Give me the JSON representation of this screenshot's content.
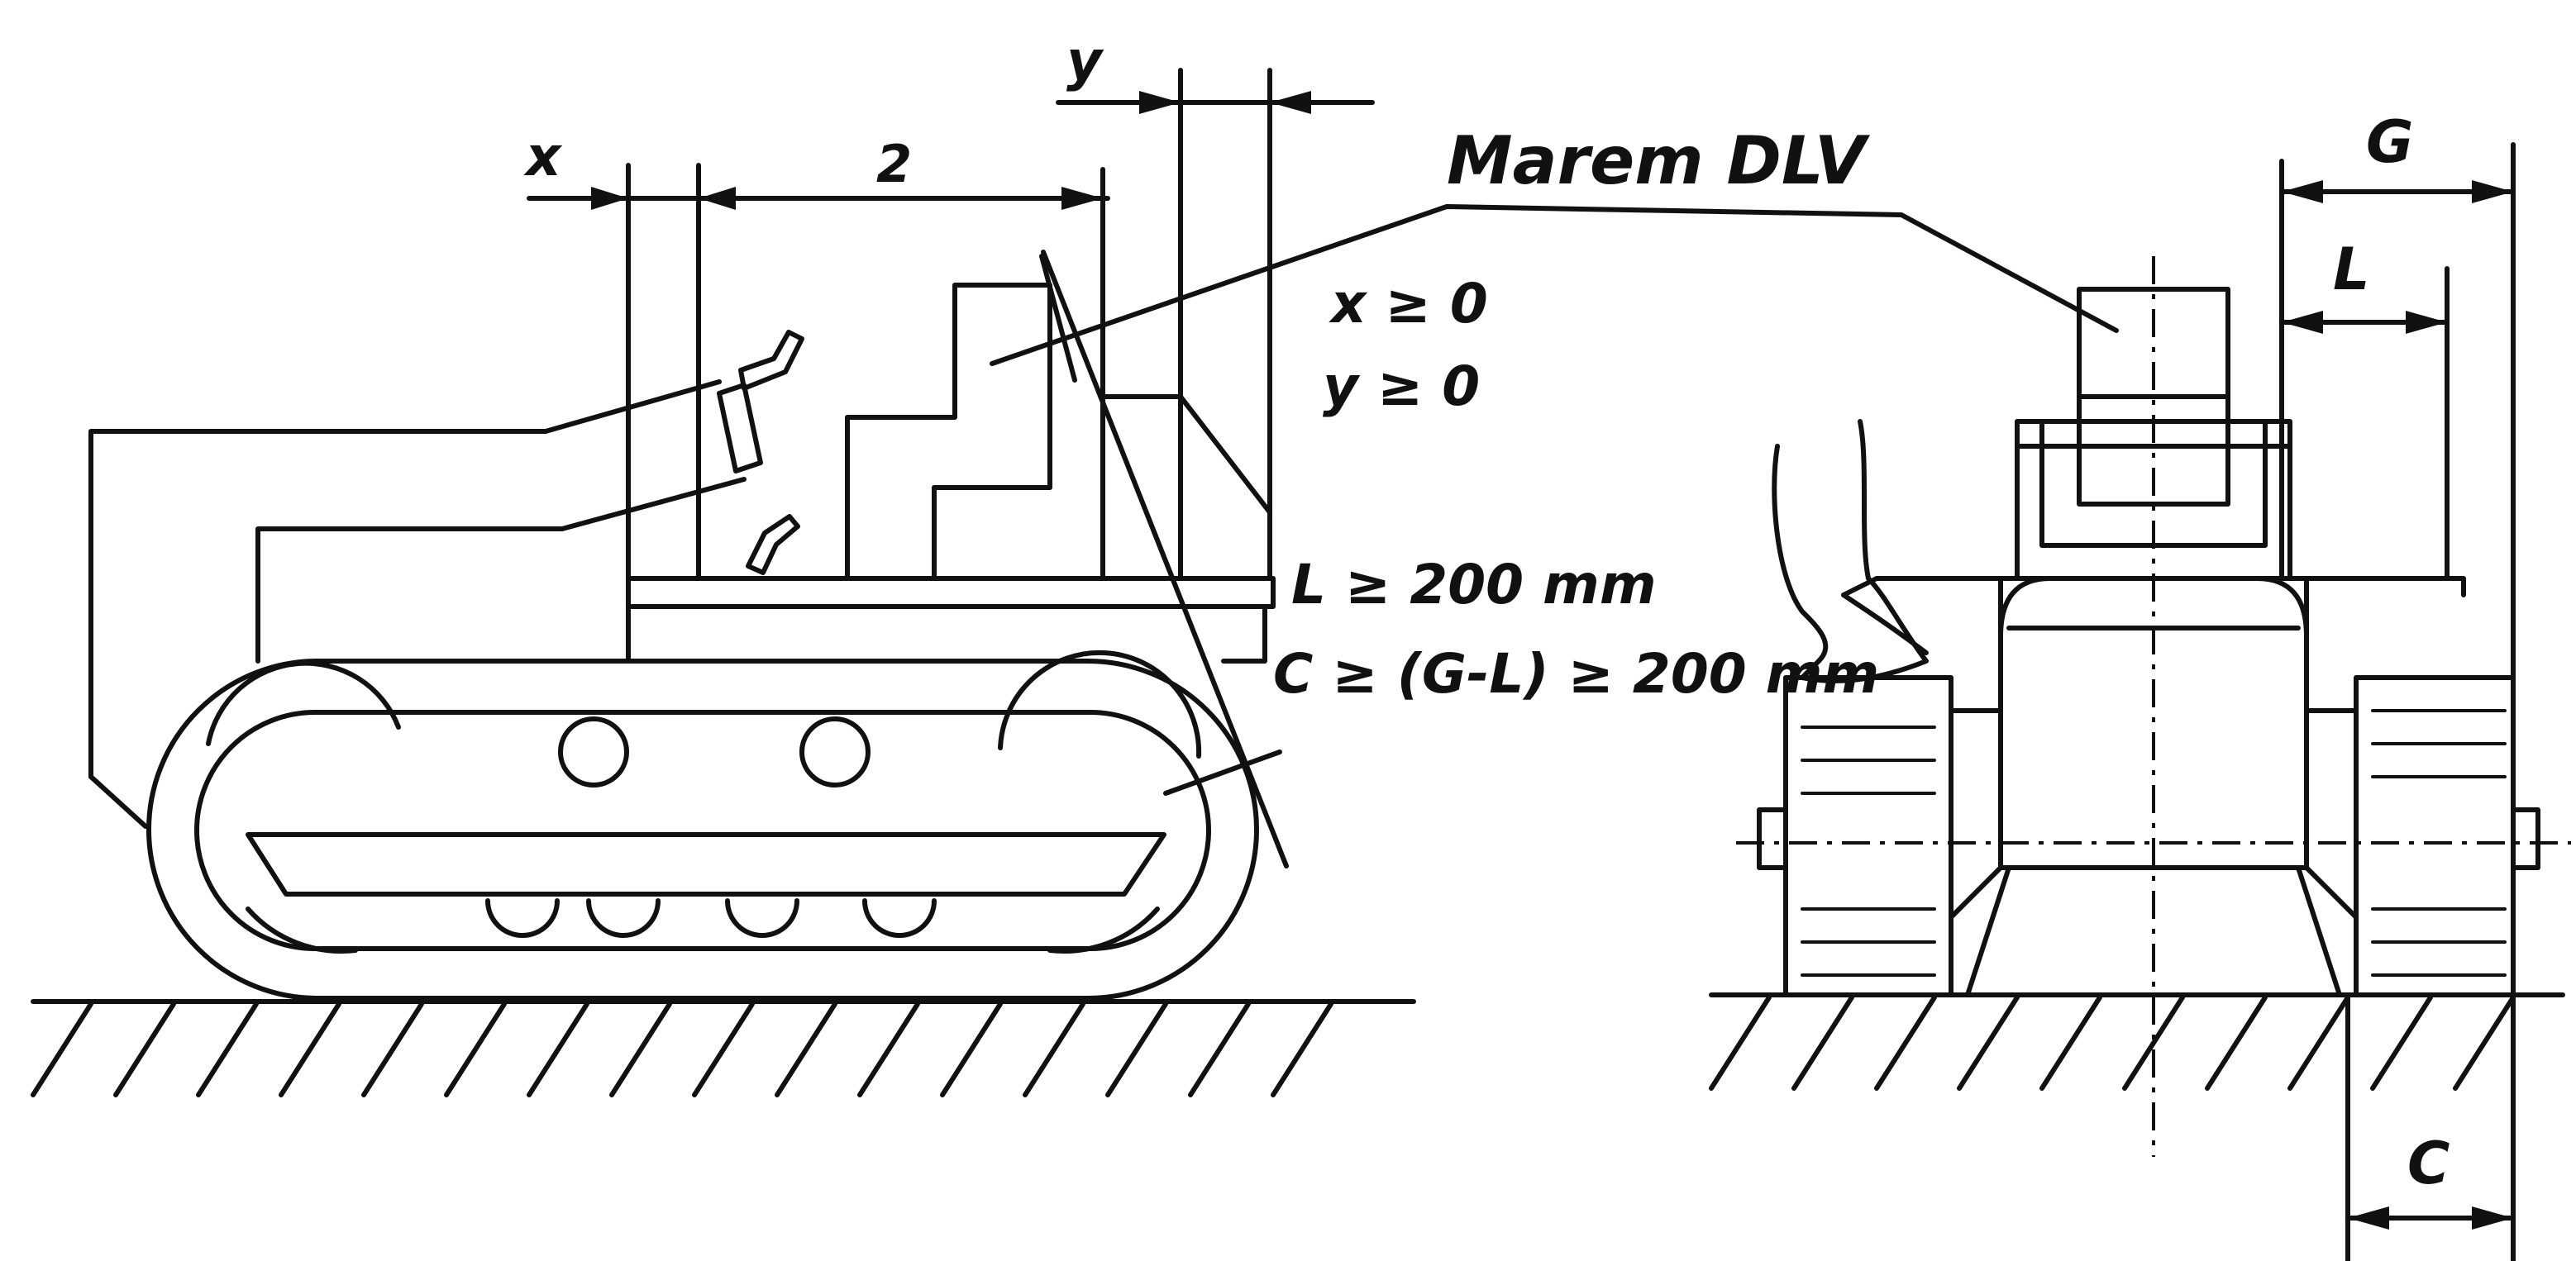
{
  "labels": {
    "dim_x": "x",
    "dim_z": "2",
    "dim_y": "y",
    "dlv_label": "Marem DLV",
    "cond_x": "x ≥ 0",
    "cond_y": "y ≥ 0",
    "cond_l": "L ≥ 200 mm",
    "cond_c": "C ≥ (G-L) ≥ 200 mm",
    "dim_g": "G",
    "dim_l": "L",
    "dim_c": "C"
  }
}
